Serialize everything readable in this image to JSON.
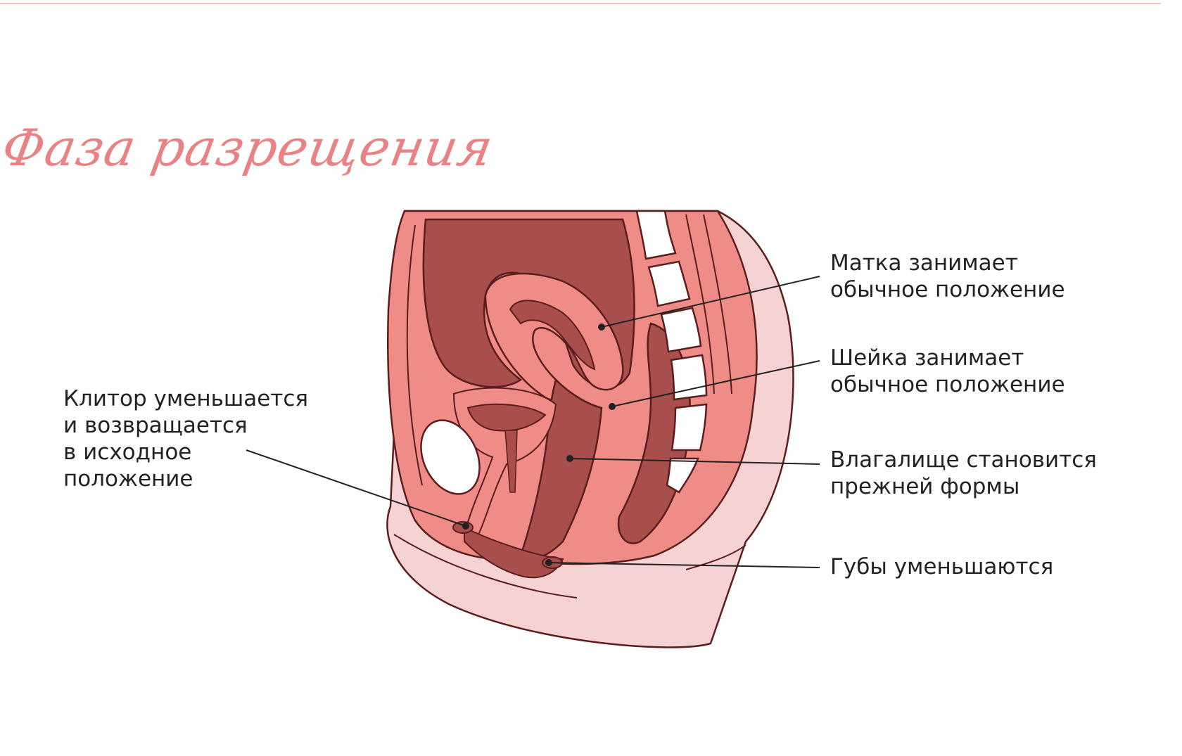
{
  "title": "Фаза разрещения",
  "labels": {
    "uterus": "Матка занимает\nобычное положение",
    "cervix": "Шейка занимает\nобычное положение",
    "vagina": "Влагалище становится\nпрежней формы",
    "labia": "Губы уменьшаются",
    "clitoris": "Клитор уменьшается\nи возвращается\nв исходное\nположение"
  },
  "colors": {
    "title": "#e98383",
    "skin": "#f6d3d3",
    "tissue": "#ef8c87",
    "organ": "#a84f4d",
    "outline": "#5a1e1e",
    "bone": "#ffffff"
  }
}
